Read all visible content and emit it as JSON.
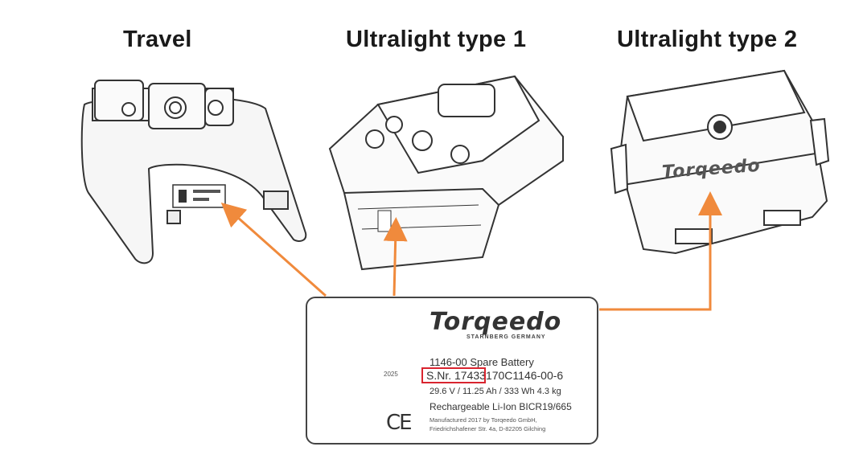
{
  "headings": {
    "travel": "Travel",
    "ultralight1": "Ultralight type 1",
    "ultralight2": "Ultralight type 2"
  },
  "label": {
    "brand": "Torqeedo",
    "brand_sub": "STARNBERG GERMANY",
    "product": "1146-00  Spare Battery",
    "serial": "S.Nr. 17433170C1146-00-6",
    "specs": "29.6 V / 11.25 Ah / 333 Wh  4.3 kg",
    "cell": "Rechargeable Li-Ion BICR19/665",
    "manufactured": "Manufactured 2017 by Torqeedo GmbH,",
    "address": "Friedrichshafener Str. 4a, D-82205 Gilching",
    "cert_year": "2025",
    "ce_mark": "CE"
  },
  "ultralight2_body_brand": "Torqeedo",
  "colors": {
    "arrow": "#f08a3c",
    "highlight_box": "#d9242f",
    "outline": "#333333"
  }
}
